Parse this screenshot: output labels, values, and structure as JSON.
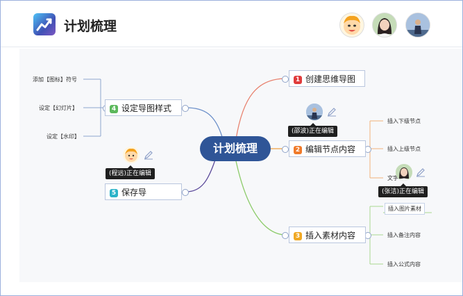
{
  "header": {
    "app_title": "计划梳理",
    "avatars": [
      "cartoon-avatar",
      "user-avatar-woman",
      "user-avatar-man"
    ]
  },
  "mindmap": {
    "center": "计划梳理",
    "branches": [
      {
        "num": "1",
        "label": "创建思维导图",
        "color": "#e03b3b"
      },
      {
        "num": "2",
        "label": "编辑节点内容",
        "color": "#f07a2a"
      },
      {
        "num": "3",
        "label": "插入素材内容",
        "color": "#f0a823"
      },
      {
        "num": "4",
        "label": "设定导图样式",
        "color": "#5cb85c"
      },
      {
        "num": "5",
        "label": "保存导",
        "color": "#2bb3c9"
      }
    ],
    "edit_children": [
      "插入下级节点",
      "插入上级节点",
      "文字"
    ],
    "material_children": [
      "插入图片素材",
      "插入备注内容",
      "插入公式内容"
    ],
    "style_children": [
      "添加【图标】符号",
      "设定【幻灯片】",
      "设定【水印】"
    ],
    "editing_tips": [
      "(邵波)正在编辑",
      "(程远)正在编辑",
      "(张洁)正在编辑"
    ]
  },
  "colors": {
    "center_bg": "#2f5597",
    "branch_red": "#e8826f",
    "branch_blue": "#6b8fc9",
    "branch_green": "#8ccb6a",
    "branch_purple": "#5b4a9a"
  }
}
